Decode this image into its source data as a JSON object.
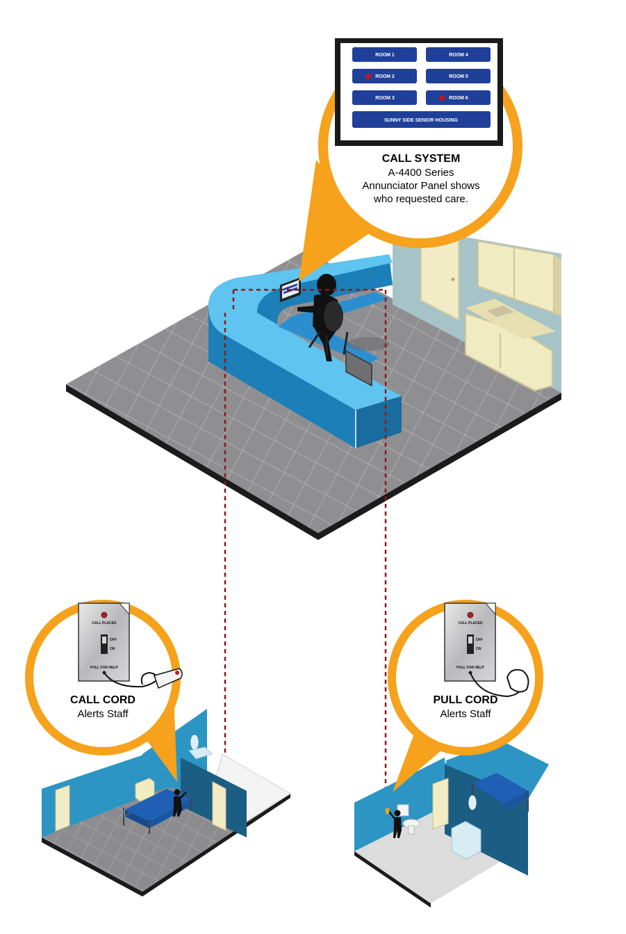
{
  "annunciator_panel": {
    "rooms": [
      {
        "label": "ROOM 1",
        "active": false
      },
      {
        "label": "ROOM 4",
        "active": false
      },
      {
        "label": "ROOM 2",
        "active": true
      },
      {
        "label": "ROOM 5",
        "active": false
      },
      {
        "label": "ROOM 3",
        "active": false
      },
      {
        "label": "ROOM 6",
        "active": true
      }
    ],
    "facility_label": "SUNNY SIDE SENIOR HOUSING"
  },
  "call_system": {
    "title": "CALL SYSTEM",
    "line1": "A-4400 Series",
    "line2": "Annunciator Panel shows",
    "line3": "who requested care."
  },
  "call_cord": {
    "title": "CALL CORD",
    "subtitle": "Alerts Staff",
    "plate": {
      "top": "CALL PLACED",
      "off": "OFF",
      "on": "ON",
      "bottom": "PULL FOR HELP"
    }
  },
  "pull_cord": {
    "title": "PULL CORD",
    "subtitle": "Alerts Staff",
    "plate": {
      "top": "CALL PLACED",
      "off": "OFF",
      "on": "ON",
      "bottom": "PULL FOR HELP"
    }
  },
  "colors": {
    "orange": "#f6a21c",
    "panel_blue": "#1f3f99",
    "alert_red": "#c0161d",
    "desk_blue": "#1c7fb7",
    "floor_gray": "#8f8f92",
    "wire_red": "#8b1a1a"
  }
}
